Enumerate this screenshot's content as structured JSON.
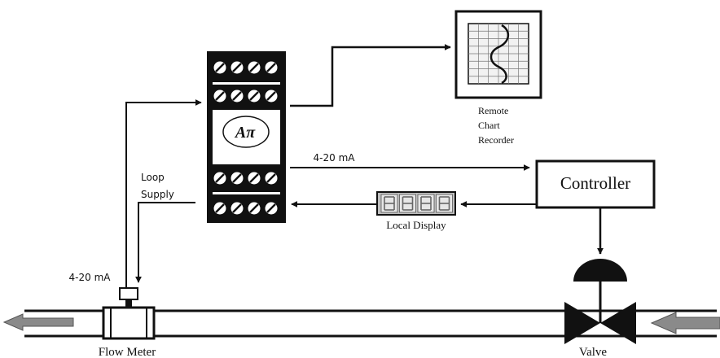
{
  "labels": {
    "remote_chart_recorder": [
      "Remote",
      "Chart",
      "Recorder"
    ],
    "signal_top": "4-20 mA",
    "loop_supply": [
      "Loop",
      "Supply"
    ],
    "signal_meter": "4-20 mA",
    "controller": "Controller",
    "local_display": "Local Display",
    "flow_meter": "Flow Meter",
    "valve": "Valve"
  },
  "logo": {
    "text": "Aπ"
  },
  "colors": {
    "line": "#111111",
    "arrow_fill": "#8a8a8a",
    "display_background": "#bfbfbf",
    "chart_paper": "#f2f2f2"
  }
}
